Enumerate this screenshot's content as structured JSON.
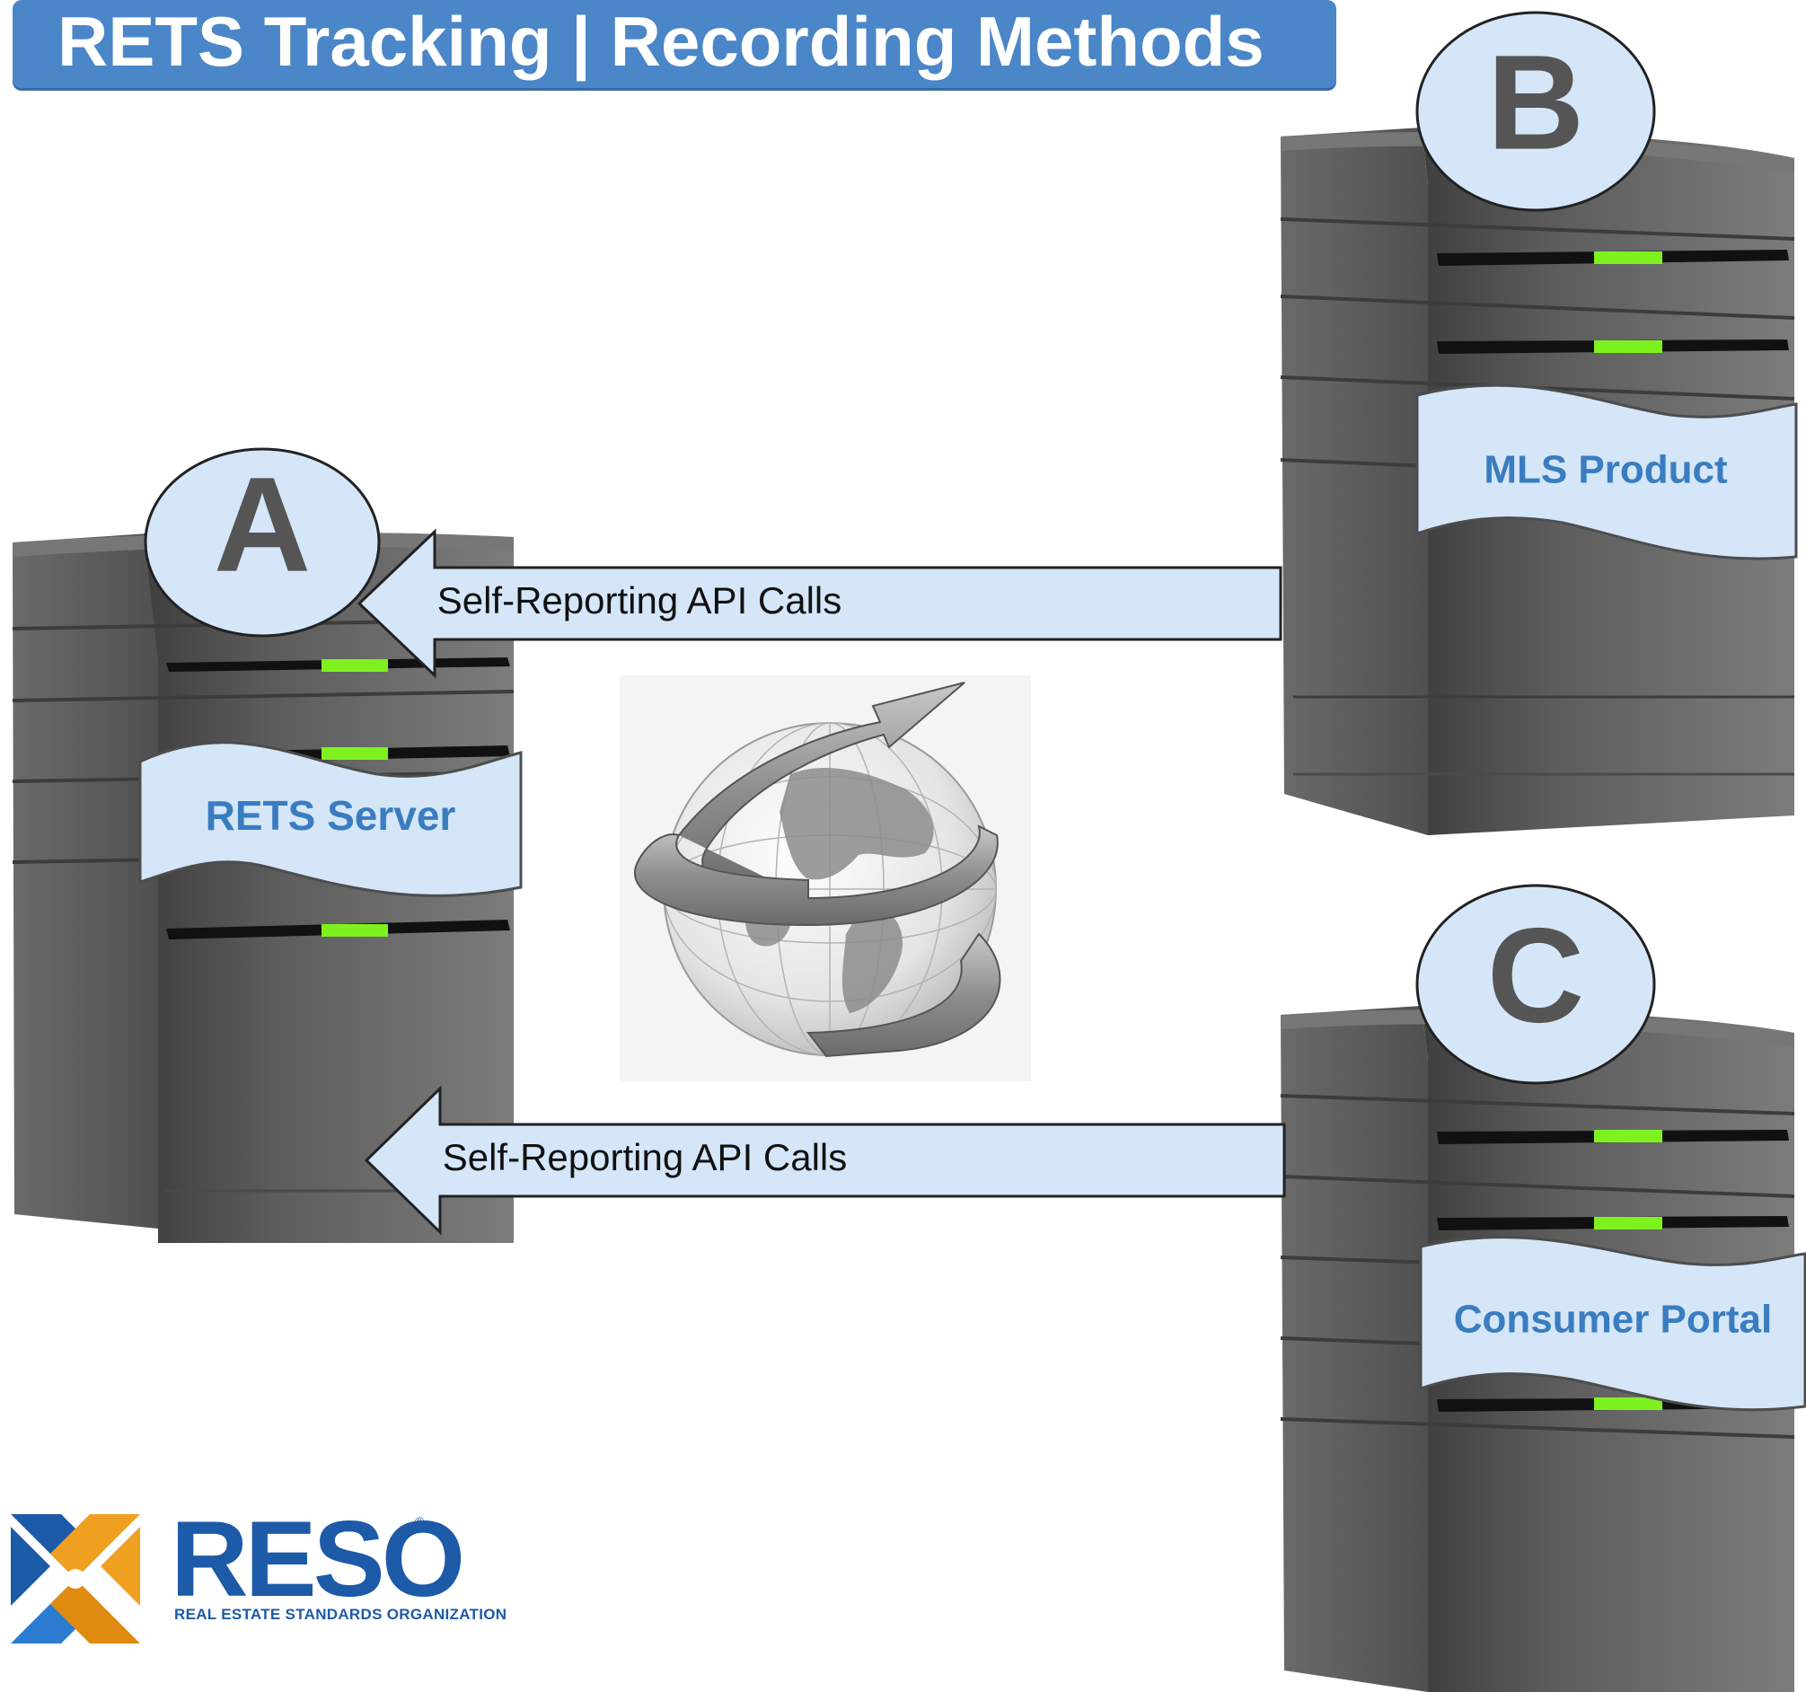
{
  "title": "RETS Tracking | Recording Methods",
  "nodes": [
    {
      "letter": "A",
      "label": "RETS Server"
    },
    {
      "letter": "B",
      "label": "MLS Product"
    },
    {
      "letter": "C",
      "label": "Consumer Portal"
    }
  ],
  "arrows": [
    {
      "from": "B",
      "to": "A",
      "label": "Self-Reporting API Calls"
    },
    {
      "from": "C",
      "to": "A",
      "label": "Self-Reporting API Calls"
    }
  ],
  "logo": {
    "name": "RESO",
    "tagline": "REAL ESTATE STANDARDS ORGANIZATION",
    "mark": "®"
  },
  "colors": {
    "title_bg": "#4a86c8",
    "label_text": "#3a7cc0",
    "badge_fill": "#d4e6f7",
    "arrow_fill": "#d4e6f7",
    "led": "#7ef21f",
    "server": "#5e5e5e",
    "logo_blue": "#1d5aa7",
    "logo_orange": "#f0a020"
  },
  "icons": [
    "server-icon",
    "globe-icon",
    "reso-logo-mark"
  ]
}
